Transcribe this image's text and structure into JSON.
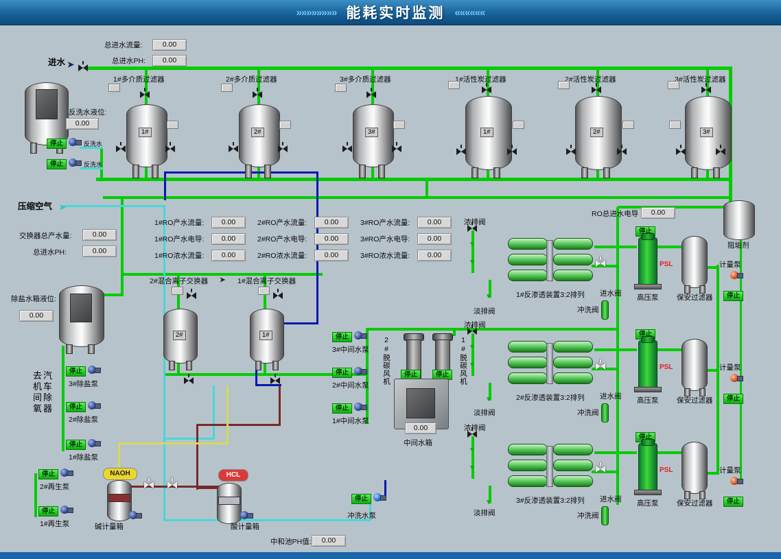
{
  "title": {
    "text": "能耗实时监测",
    "left_decor": "»»»»»»»»",
    "right_decor": "««««««"
  },
  "icons": {
    "arrow_right": "➤",
    "arrow_down": "▼"
  },
  "top": {
    "inlet_label": "进水",
    "total_flow_label": "总进水流量:",
    "total_flow_value": "0.00",
    "total_ph_label": "总进水PH:",
    "total_ph_value": "0.00",
    "backwash_level_label": "反洗水液位:",
    "backwash_level_value": "0.00",
    "backwash_pumps": [
      {
        "status": "停止",
        "tag": "反洗水"
      },
      {
        "status": "停止",
        "tag": "反洗水"
      }
    ]
  },
  "filters": [
    {
      "title": "1#多介质过滤器",
      "num": "1#"
    },
    {
      "title": "2#多介质过滤器",
      "num": "2#"
    },
    {
      "title": "3#多介质过滤器",
      "num": "3#"
    },
    {
      "title": "1#活性炭过滤器",
      "num": "1#"
    },
    {
      "title": "2#活性炭过滤器",
      "num": "2#"
    },
    {
      "title": "3#活性炭过滤器",
      "num": "3#"
    }
  ],
  "mid_left": {
    "compressed_air_label": "压缩空气",
    "exchanger_total_label": "交换器总产水量:",
    "exchanger_total_value": "0.00",
    "inlet_ph_label": "总进水PH:",
    "inlet_ph_value": "0.00",
    "demin_level_label": "除盐水箱液位:",
    "demin_level_value": "0.00",
    "deaerator_label": "去汽机车间除氧器"
  },
  "ro_readings": {
    "cols": [
      {
        "rows": [
          {
            "label": "1#RO产水流量:",
            "value": "0.00"
          },
          {
            "label": "1#RO产水电导:",
            "value": "0.00"
          },
          {
            "label": "1#RO浓水流量:",
            "value": "0.00"
          }
        ]
      },
      {
        "rows": [
          {
            "label": "2#RO产水流量:",
            "value": "0.00"
          },
          {
            "label": "2#RO产水电导:",
            "value": "0.00"
          },
          {
            "label": "2#RO浓水流量:",
            "value": "0.00"
          }
        ]
      },
      {
        "rows": [
          {
            "label": "3#RO产水流量:",
            "value": "0.00"
          },
          {
            "label": "3#RO产水电导:",
            "value": "0.00"
          },
          {
            "label": "3#RO浓水流量:",
            "value": "0.00"
          }
        ]
      }
    ]
  },
  "ro_inlet_cond_label": "RO总进水电导",
  "ro_inlet_cond_value": "0.00",
  "antiscalant_label": "阻垢剂",
  "exchangers": [
    {
      "title": "2#混合离子交换器",
      "num": "2#"
    },
    {
      "title": "1#混合离子交换器",
      "num": "1#"
    }
  ],
  "mid_pumps": [
    {
      "status": "停止",
      "label": "3#中间水泵"
    },
    {
      "status": "停止",
      "label": "2#中间水泵"
    },
    {
      "status": "停止",
      "label": "1#中间水泵"
    }
  ],
  "fans": [
    {
      "status": "停止",
      "label": "2#脱碳风机"
    },
    {
      "status": "停止",
      "label": "1#脱碳风机"
    }
  ],
  "mid_tank_label": "中间水箱",
  "mid_tank_value": "0.00",
  "ro_units": [
    {
      "title": "1#反渗透装置3:2排列",
      "conc_valve": "浓排阀",
      "perm_valve": "淡排阀",
      "inlet_valve": "进水阀",
      "flush_valve": "冲洗阀",
      "hp_status": "停止",
      "hp_label": "高压泵",
      "psl": "PSL",
      "filter_label": "保安过滤器",
      "dosing_label": "计量泵",
      "dosing_status": "停止"
    },
    {
      "title": "2#反渗透装置3:2排列",
      "conc_valve": "浓排阀",
      "perm_valve": "淡排阀",
      "inlet_valve": "进水阀",
      "flush_valve": "冲洗阀",
      "hp_status": "停止",
      "hp_label": "高压泵",
      "psl": "PSL",
      "filter_label": "保安过滤器",
      "dosing_label": "计量泵",
      "dosing_status": "停止"
    },
    {
      "title": "3#反渗透装置3:2排列",
      "conc_valve": "浓排阀",
      "perm_valve": "淡排阀",
      "inlet_valve": "进水阀",
      "flush_valve": "冲洗阀",
      "hp_status": "停止",
      "hp_label": "高压泵",
      "psl": "PSL",
      "filter_label": "保安过滤器",
      "dosing_label": "计量泵",
      "dosing_status": "停止"
    }
  ],
  "bottom_left": {
    "desalt_pumps": [
      {
        "status": "停止",
        "label": "3#除盐泵"
      },
      {
        "status": "停止",
        "label": "2#除盐泵"
      },
      {
        "status": "停止",
        "label": "1#除盐泵"
      }
    ],
    "regen_pumps": [
      {
        "status": "停止",
        "label": "2#再生泵"
      },
      {
        "status": "停止",
        "label": "1#再生泵"
      }
    ],
    "naoh_label": "NAOH",
    "alkali_tank_label": "碱计量箱",
    "hcl_label": "HCL",
    "acid_tank_label": "酸计量箱",
    "flush_pump": {
      "status": "停止",
      "label": "冲洗水泵"
    },
    "neutral_ph_label": "中和池PH值:",
    "neutral_ph_value": "0.00"
  }
}
